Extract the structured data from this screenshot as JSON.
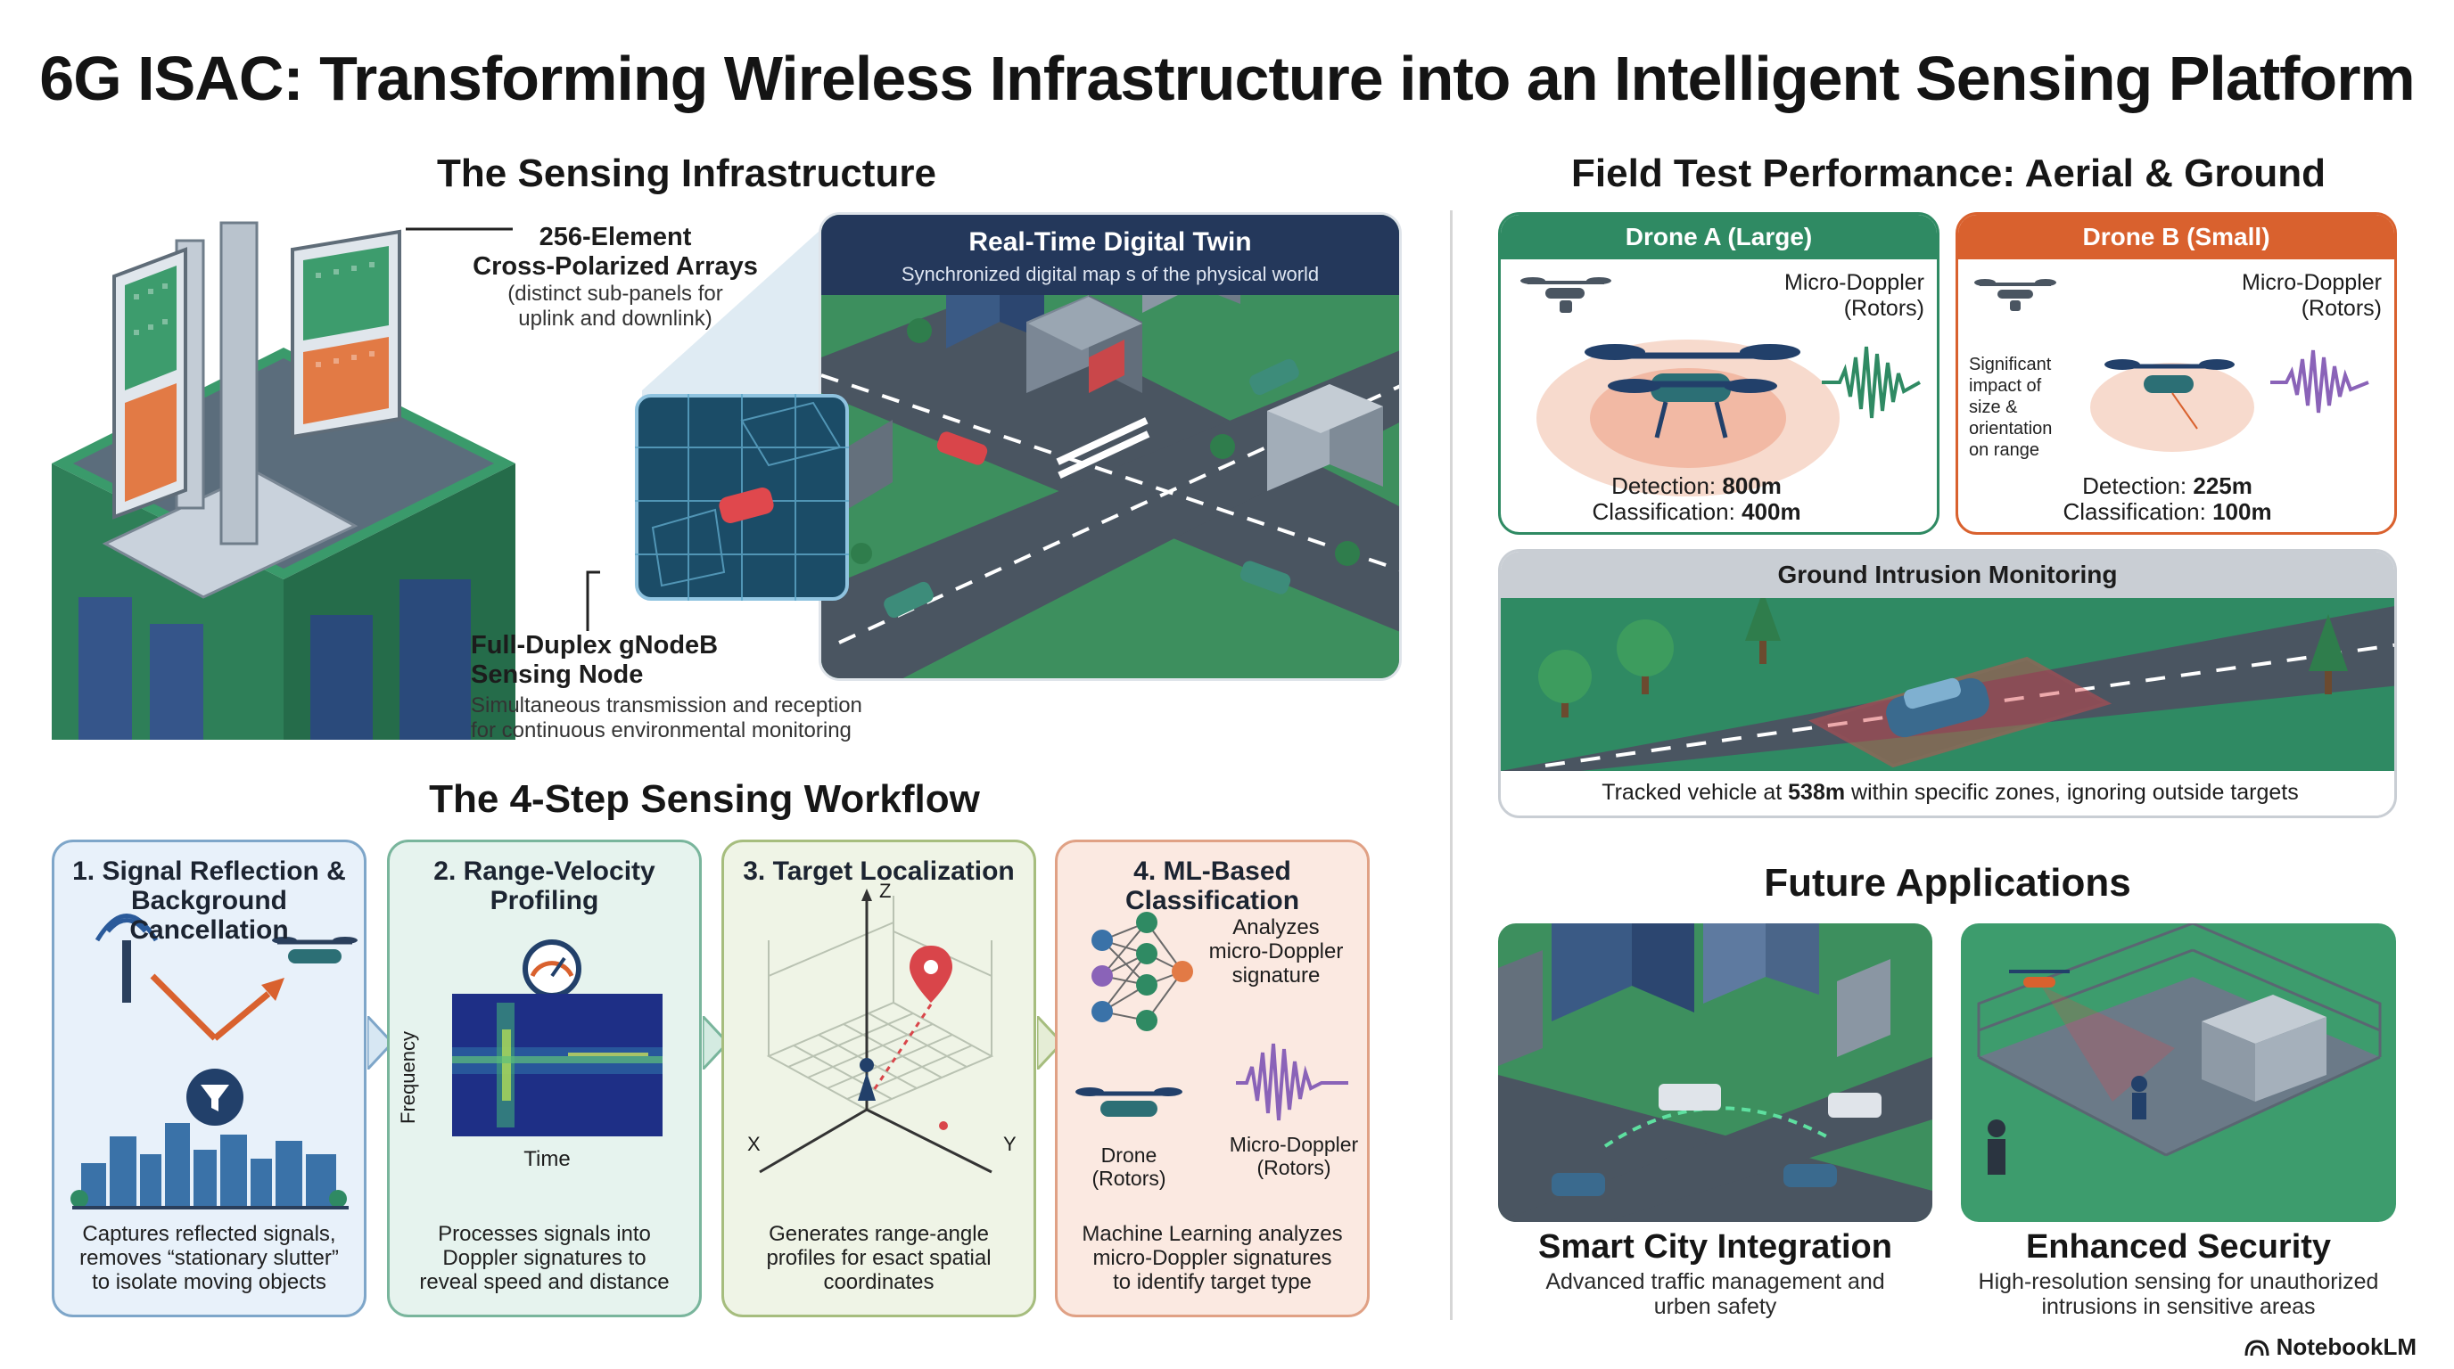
{
  "title": "6G ISAC: Transforming Wireless Infrastructure into an Intelligent Sensing Platform",
  "infrastructure": {
    "heading": "The Sensing Infrastructure",
    "arrays_title": "256-Element Cross-Polarized Arrays",
    "arrays_title_line1": "256-Element",
    "arrays_title_line2": "Cross-Polarized Arrays",
    "arrays_desc_line1": "(distinct sub-panels for",
    "arrays_desc_line2": "uplink and downlink)",
    "node_title_line1": "Full-Duplex gNodeB",
    "node_title_line2": "Sensing Node",
    "node_desc_line1": "Simultaneous transmission and reception",
    "node_desc_line2": "for continuous environmental monitoring",
    "twin_title": "Real-Time Digital Twin",
    "twin_subtitle": "Synchronized digital map s of the physical world"
  },
  "workflow": {
    "heading": "The 4-Step Sensing Workflow",
    "steps": [
      {
        "title_line1": "1. Signal Reflection &",
        "title_line2": "Background Cancellation",
        "desc_line1": "Captures reflected signals,",
        "desc_line2": "removes “stationary slutter”",
        "desc_line3": "to isolate moving objects"
      },
      {
        "title_line1": "2. Range-Velocity",
        "title_line2": "Profiling",
        "desc_line1": "Processes signals into",
        "desc_line2": "Doppler signatures to",
        "desc_line3": "reveal speed and distance",
        "axis_y": "Frequency",
        "axis_x": "Time"
      },
      {
        "title_line1": "3. Target Localization",
        "desc_line1": "Generates range-angle",
        "desc_line2": "profiles for esact spatial",
        "desc_line3": "coordinates",
        "axis_z": "Z",
        "axis_x": "X",
        "axis_y": "Y"
      },
      {
        "title_line1": "4. ML-Based Classification",
        "desc_line1": "Machine Learning analyzes",
        "desc_line2": "micro-Doppler signatures",
        "desc_line3": "to identify target type",
        "note_line1": "Analyzes",
        "note_line2": "micro-Doppler",
        "note_line3": "signature",
        "drone_line1": "Drone",
        "drone_line2": "(Rotors)",
        "md_line1": "Micro-Doppler",
        "md_line2": "(Rotors)"
      }
    ]
  },
  "field_test": {
    "heading": "Field Test Performance: Aerial & Ground",
    "drone_a": {
      "title": "Drone A (Large)",
      "md_line1": "Micro-Doppler",
      "md_line2": "(Rotors)",
      "detection_label": "Detection: ",
      "detection_value": "800m",
      "classification_label": "Classification: ",
      "classification_value": "400m"
    },
    "drone_b": {
      "title": "Drone B (Small)",
      "md_line1": "Micro-Doppler",
      "md_line2": "(Rotors)",
      "impact_lines": [
        "Significant",
        "impact of",
        "size &",
        "orientation",
        "on range"
      ],
      "detection_label": "Detection: ",
      "detection_value": "225m",
      "classification_label": "Classification: ",
      "classification_value": "100m"
    },
    "ground": {
      "title": "Ground Intrusion Monitoring",
      "caption_pre": "Tracked vehicle at ",
      "caption_value": "538m",
      "caption_post": " within specific zones, ignoring outside targets"
    }
  },
  "applications": {
    "heading": "Future Applications",
    "items": [
      {
        "title": "Smart City Integration",
        "desc_line1": "Advanced traffic management and",
        "desc_line2": "urben safety"
      },
      {
        "title": "Enhanced Security",
        "desc_line1": "High-resolution sensing for unauthorized",
        "desc_line2": "intrusions in sensitive areas"
      }
    ]
  },
  "brand": "NotebookLM",
  "colors": {
    "step1": "#e8f1fa",
    "step2": "#e6f3ee",
    "step3": "#eff4e6",
    "step4": "#fbe9e1",
    "drone_a": "#2f8a63",
    "drone_b": "#d9612e",
    "ground": "#c9ced4",
    "teal": "#2c6f75"
  }
}
